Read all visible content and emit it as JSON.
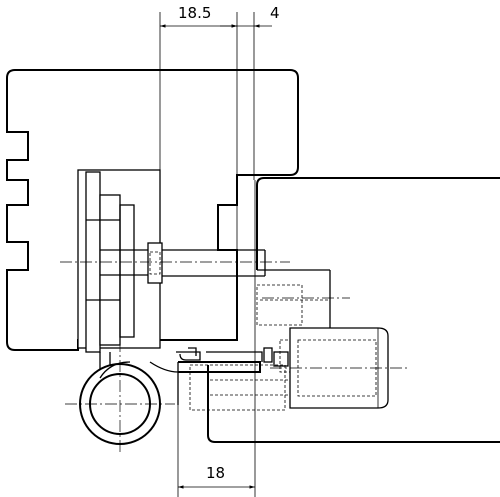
{
  "dimensions": {
    "top_left": "18.5",
    "top_right": "4",
    "bottom": "18"
  }
}
